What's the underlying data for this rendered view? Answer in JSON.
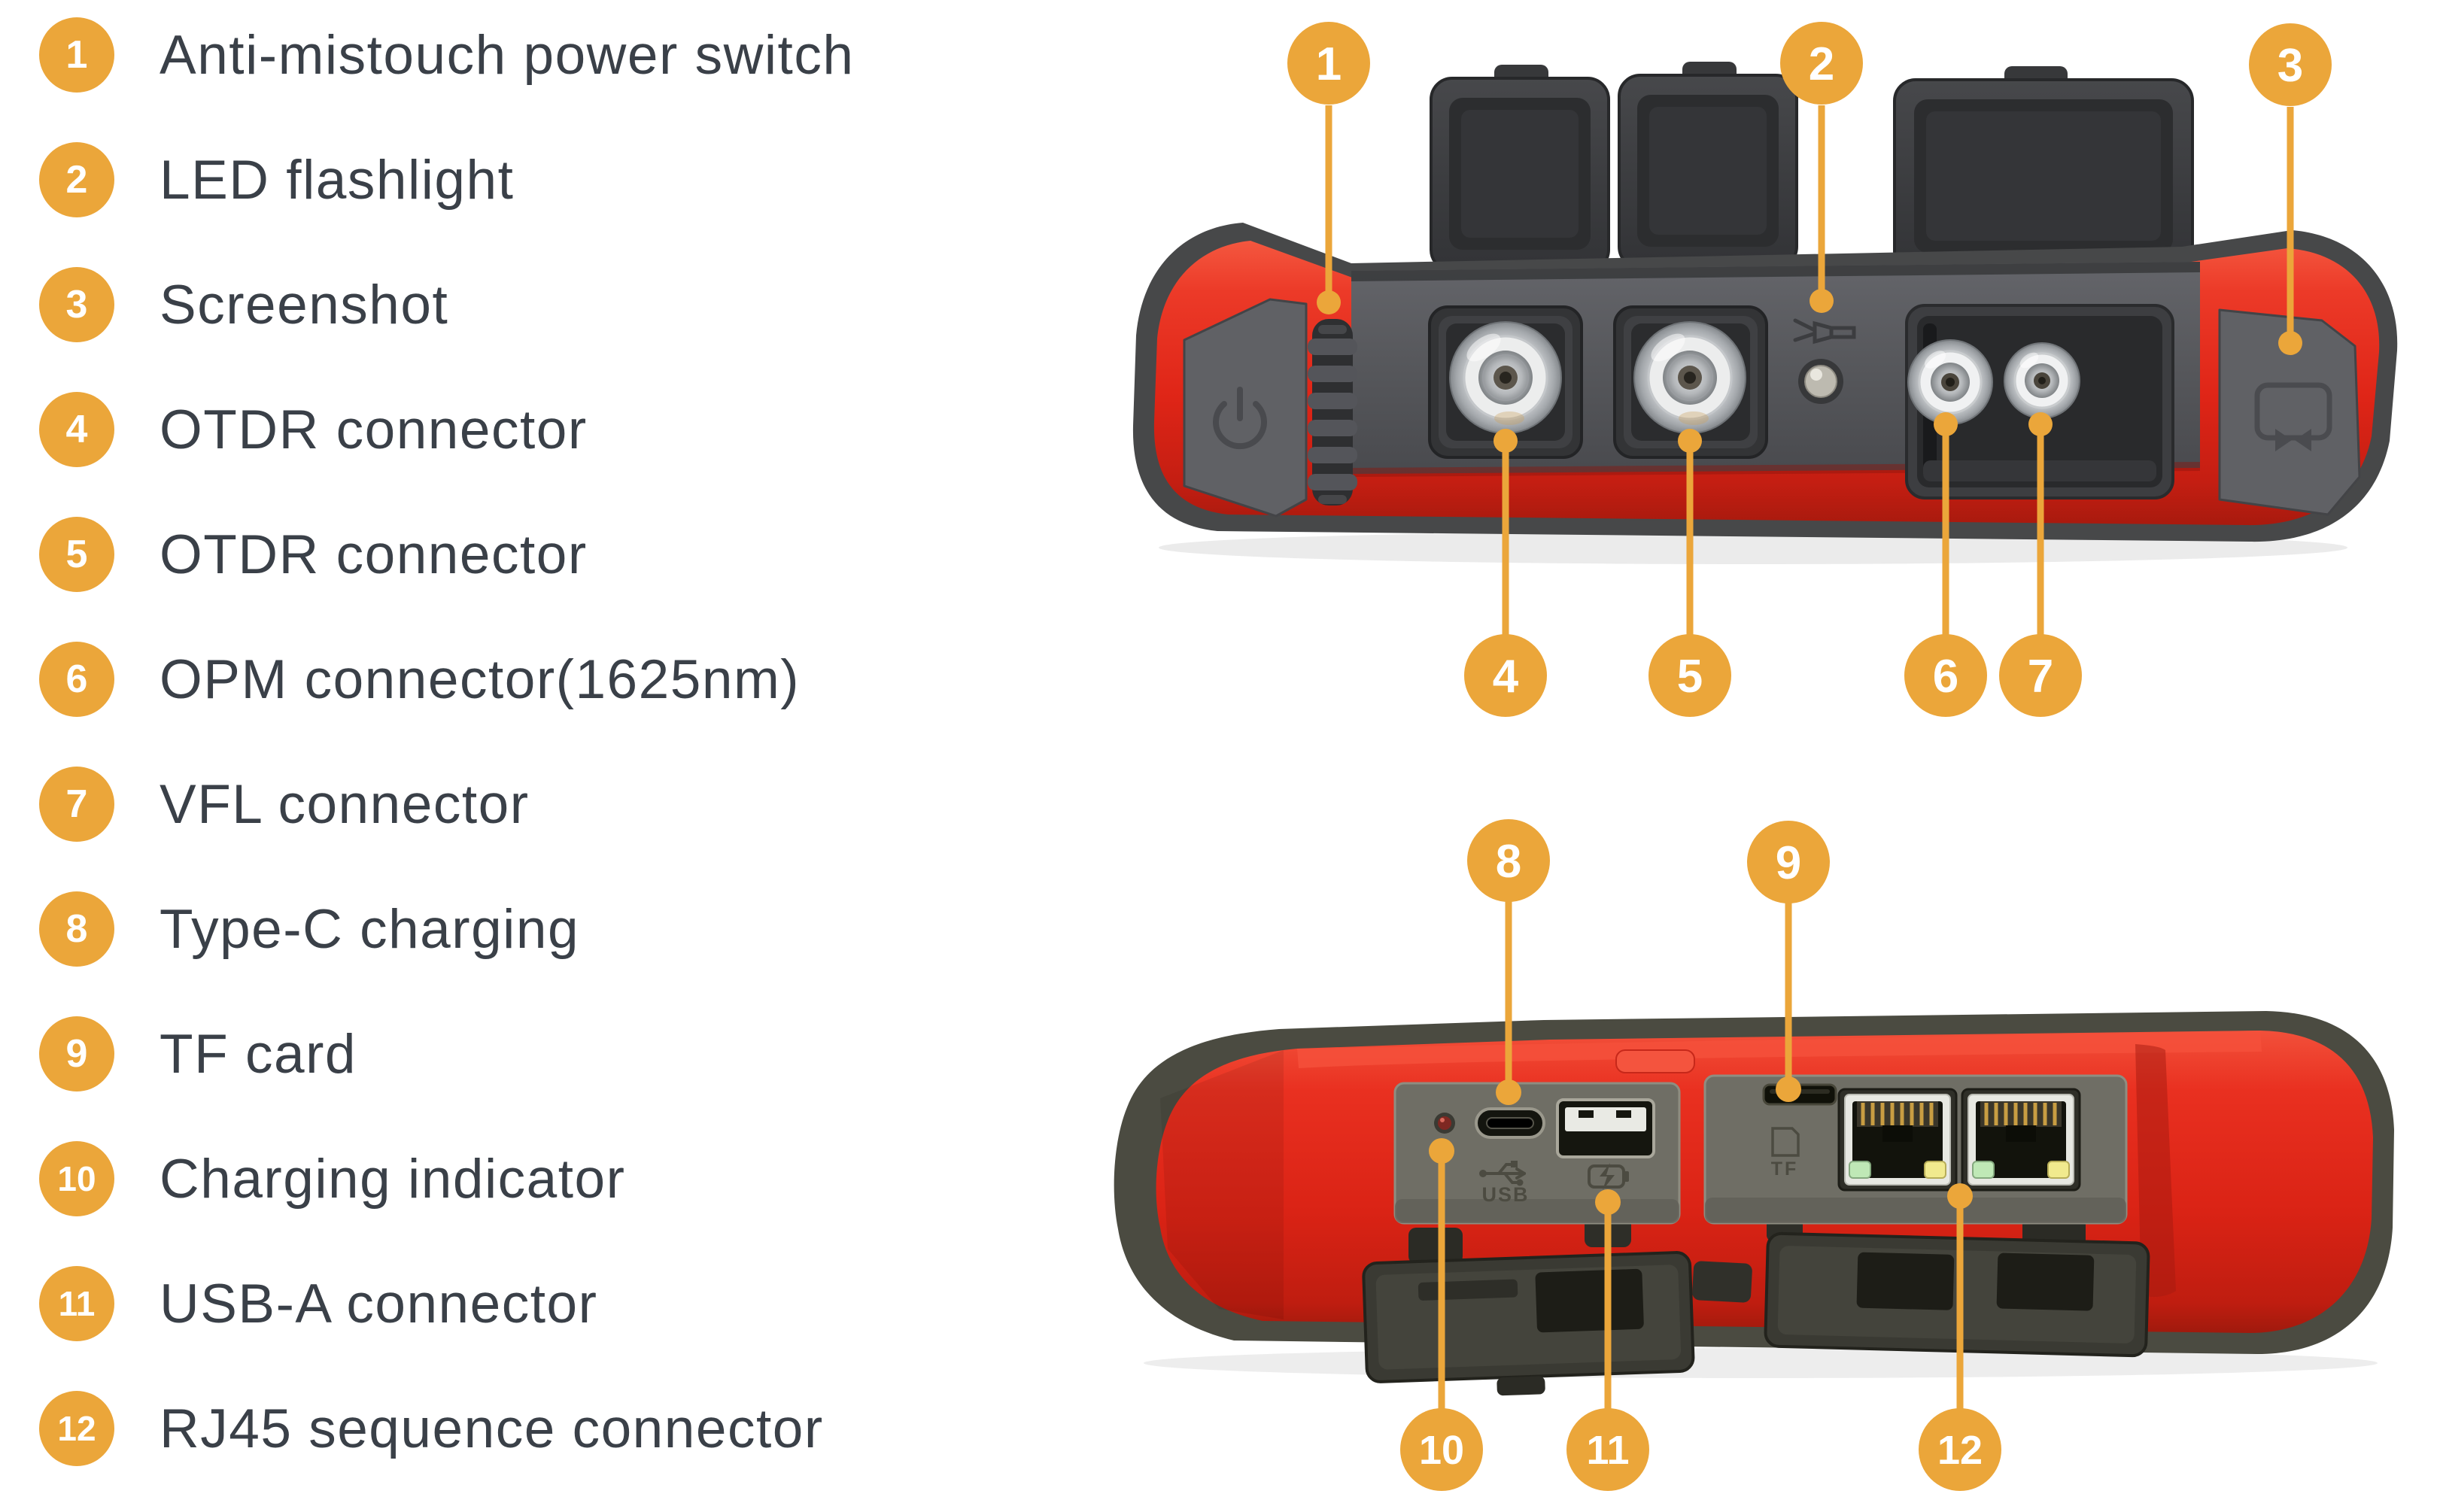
{
  "legend": {
    "items": [
      {
        "num": "1",
        "label": "Anti-mistouch power switch"
      },
      {
        "num": "2",
        "label": "LED flashlight"
      },
      {
        "num": "3",
        "label": "Screenshot"
      },
      {
        "num": "4",
        "label": "OTDR connector"
      },
      {
        "num": "5",
        "label": "OTDR connector"
      },
      {
        "num": "6",
        "label": "OPM connector(1625nm)"
      },
      {
        "num": "7",
        "label": "VFL connector"
      },
      {
        "num": "8",
        "label": "Type-C charging"
      },
      {
        "num": "9",
        "label": "TF card"
      },
      {
        "num": "10",
        "label": "Charging indicator"
      },
      {
        "num": "11",
        "label": "USB-A connector"
      },
      {
        "num": "12",
        "label": "RJ45 sequence connector"
      }
    ]
  },
  "callouts": [
    "1",
    "2",
    "3",
    "4",
    "5",
    "6",
    "7",
    "8",
    "9",
    "10",
    "11",
    "12"
  ],
  "device_labels": {
    "usb": "USB",
    "tf": "TF"
  },
  "icons": {
    "power": "power-icon",
    "flashlight": "flashlight-icon",
    "screenshot": "screenshot-icon",
    "usb_trident": "usb-icon",
    "battery_charging": "battery-charging-icon",
    "tf_card": "tf-card-icon"
  },
  "colors": {
    "accent_orange": "#EBA63A",
    "top_device_red": "#DF2517",
    "bottom_device_red": "#DA2315",
    "rim_gray": "#474849",
    "rim_olive": "#4B4B41",
    "panel_gray": "#55565A",
    "panel_olive": "#6F6E65",
    "legend_text": "#3A4048",
    "rj45_led_green": "#BFE8B6",
    "rj45_led_yellow": "#F1EA8E"
  }
}
